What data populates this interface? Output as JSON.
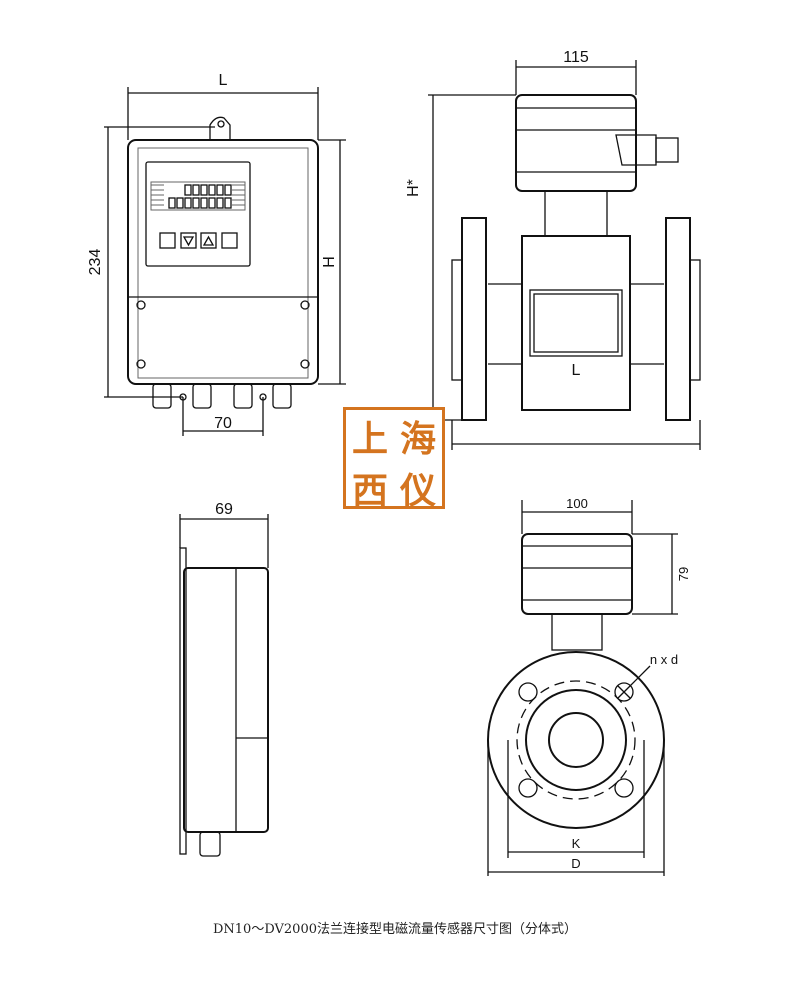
{
  "front_view": {
    "width_label": "L",
    "height_label": "234",
    "housing_height_label": "H",
    "gland_spacing_label": "70"
  },
  "sensor_side_view": {
    "head_width_label": "115",
    "total_height_label": "H*",
    "length_label": "L"
  },
  "side_view": {
    "depth_label": "69"
  },
  "flange_view": {
    "head_width_label": "100",
    "head_height_label": "79",
    "bolt_label": "n x d",
    "bolt_circle_label": "K",
    "flange_diameter_label": "D"
  },
  "logo": {
    "chars": [
      "上",
      "海",
      "西",
      "仪"
    ],
    "color": "#d4741f"
  },
  "caption": "DN10～DV2000法兰连接型电磁流量传感器尺寸图（分体式）"
}
